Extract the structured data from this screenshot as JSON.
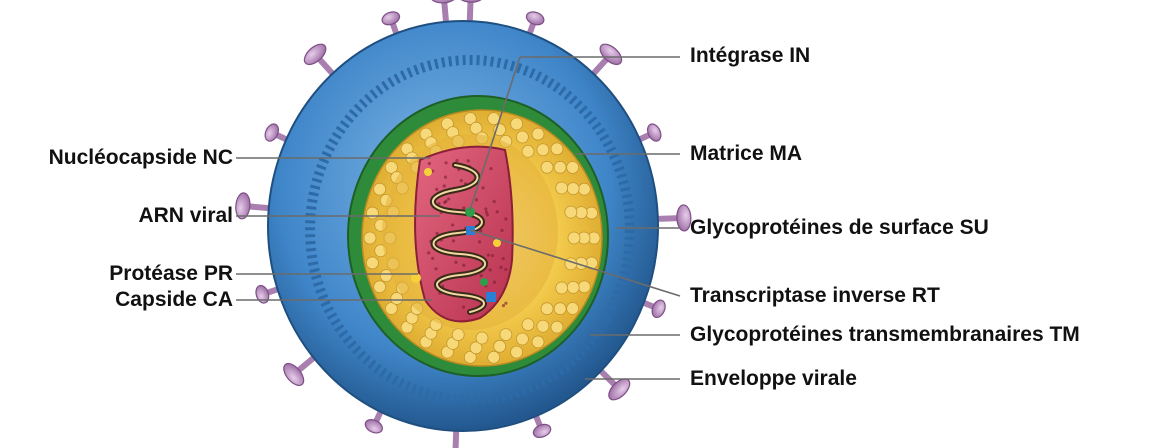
{
  "labels": {
    "left": [
      "Nucléocapside NC",
      "ARN viral",
      "Protéase PR",
      "Capside CA"
    ],
    "right": [
      "Intégrase IN",
      "Matrice MA",
      "Glycoprotéines de surface SU",
      "Transcriptase inverse RT",
      "Glycoprotéines transmembranaires TM",
      "Enveloppe virale"
    ]
  },
  "colors": {
    "envelope": "#3f86c9",
    "envelope_dark": "#23588f",
    "glycoprotein": "#c9a3cf",
    "green_layer": "#2e8b3a",
    "matrix": "#f2c94a",
    "capsid_core": "#d4476a",
    "rna": "#3a2a1a",
    "leader_line": "#666666"
  }
}
